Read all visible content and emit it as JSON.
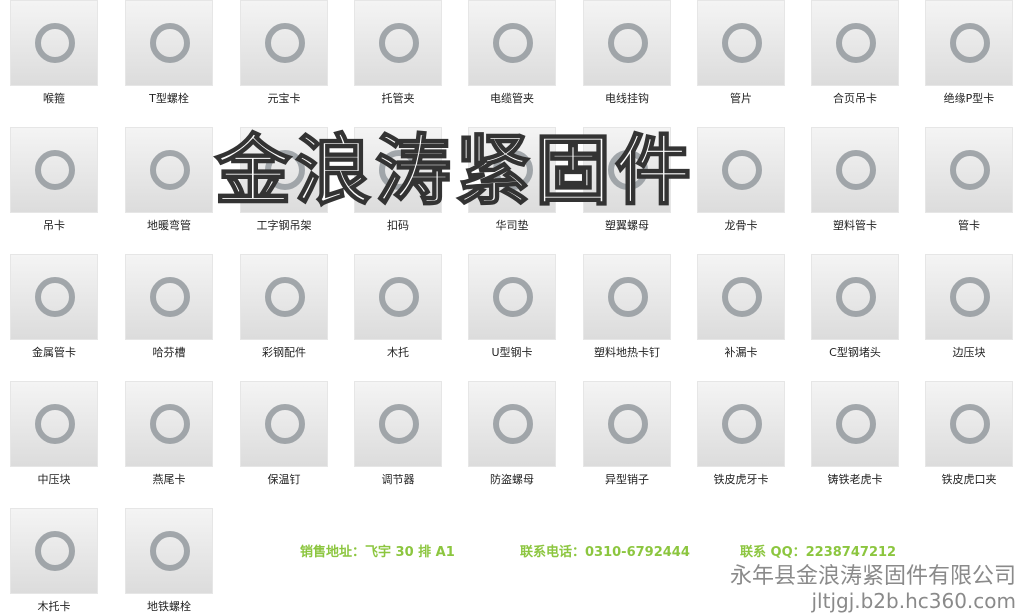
{
  "products": [
    "喉箍",
    "T型螺栓",
    "元宝卡",
    "托管夹",
    "电缆管夹",
    "电线挂钩",
    "管片",
    "合页吊卡",
    "绝缘P型卡",
    "吊卡",
    "地暖弯管",
    "工字钢吊架",
    "扣码",
    "华司垫",
    "塑翼螺母",
    "龙骨卡",
    "塑料管卡",
    "管卡",
    "金属管卡",
    "哈芬槽",
    "彩钢配件",
    "木托",
    "U型钢卡",
    "塑料地热卡钉",
    "补漏卡",
    "C型钢堵头",
    "边压块",
    "中压块",
    "燕尾卡",
    "保温钉",
    "调节器",
    "防盗螺母",
    "异型销子",
    "铁皮虎牙卡",
    "铸铁老虎卡",
    "铁皮虎口夹",
    "木托卡",
    "地铁螺栓"
  ],
  "watermark": "金浪涛紧固件",
  "contact": {
    "address": "销售地址：飞宇 30 排 A1",
    "phone": "联系电话：0310-6792444",
    "qq": "联系 QQ：2238747212"
  },
  "company": "永年县金浪涛紧固件有限公司",
  "website": "jltjgj.b2b.hc360.com",
  "colors": {
    "contact": "#8cc63f",
    "company": "#8a8a8a"
  }
}
